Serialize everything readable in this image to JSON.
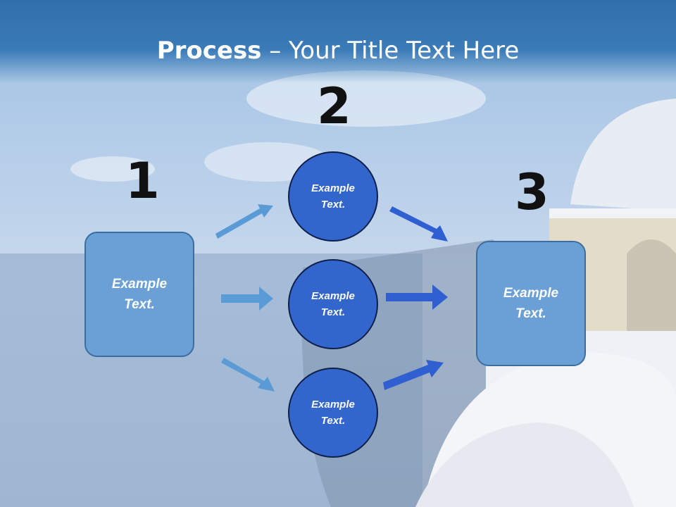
{
  "title": {
    "bold": "Process",
    "rest": " – Your Title Text Here"
  },
  "steps": [
    {
      "number": "1",
      "text": "Example Text."
    },
    {
      "number": "2",
      "text": "Example Text."
    },
    {
      "number": "3",
      "text": "Example Text."
    }
  ],
  "circles": [
    {
      "text": "Example Text."
    },
    {
      "text": "Example Text."
    },
    {
      "text": "Example Text."
    }
  ],
  "colors": {
    "box_fill": "#6aa0d6",
    "circle_fill": "#3366cc",
    "arrow_light": "#5b9bd5",
    "arrow_dark": "#2f5fd0",
    "header": "#2f6eaa"
  }
}
